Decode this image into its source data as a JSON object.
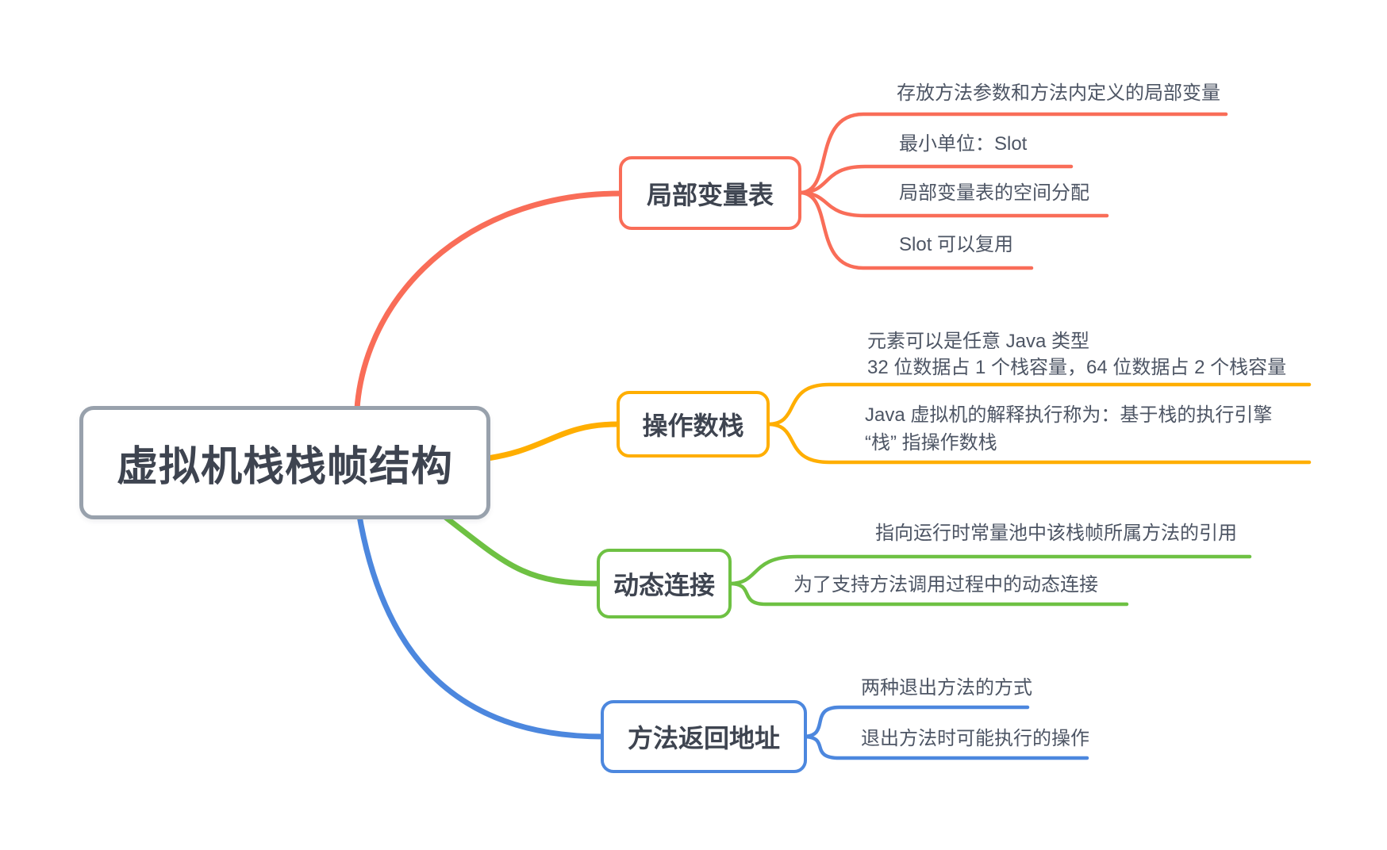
{
  "root": {
    "label": "虚拟机栈栈帧结构",
    "border_color": "#98a1ac",
    "text_color": "#3e4450"
  },
  "branches": [
    {
      "label": "局部变量表",
      "color": "#f96d58",
      "leaves": [
        {
          "lines": [
            "存放方法参数和方法内定义的局部变量"
          ]
        },
        {
          "lines": [
            "最小单位：Slot"
          ]
        },
        {
          "lines": [
            "局部变量表的空间分配"
          ]
        },
        {
          "lines": [
            "Slot 可以复用"
          ]
        }
      ]
    },
    {
      "label": "操作数栈",
      "color": "#ffae00",
      "leaves": [
        {
          "lines": [
            "元素可以是任意 Java 类型",
            "32 位数据占 1 个栈容量，64 位数据占 2 个栈容量"
          ]
        },
        {
          "lines": [
            "Java 虚拟机的解释执行称为：基于栈的执行引擎",
            "“栈” 指操作数栈"
          ]
        }
      ]
    },
    {
      "label": "动态连接",
      "color": "#6ec143",
      "leaves": [
        {
          "lines": [
            "指向运行时常量池中该栈帧所属方法的引用"
          ]
        },
        {
          "lines": [
            "为了支持方法调用过程中的动态连接"
          ]
        }
      ]
    },
    {
      "label": "方法返回地址",
      "color": "#4c87de",
      "leaves": [
        {
          "lines": [
            "两种退出方法的方式"
          ]
        },
        {
          "lines": [
            "退出方法时可能执行的操作"
          ]
        }
      ]
    }
  ]
}
